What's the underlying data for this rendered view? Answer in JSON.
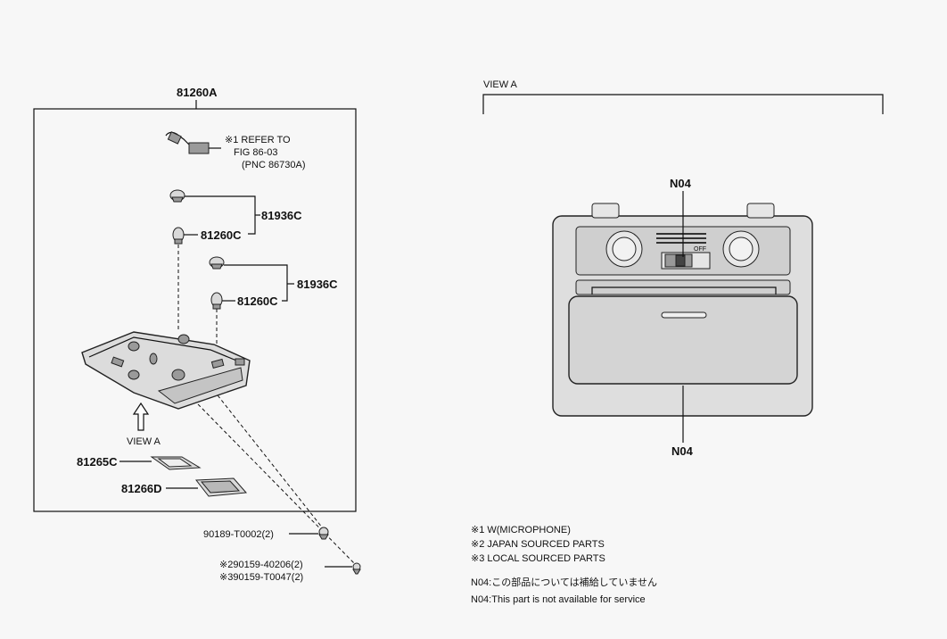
{
  "labels": {
    "assembly": "81260A",
    "refer_line1": "※1 REFER TO",
    "refer_line2": "FIG  86-03",
    "refer_line3": "(PNC  86730A)",
    "p81936c_a": "81936C",
    "p81260c_a": "81260C",
    "p81936c_b": "81936C",
    "p81260c_b": "81260C",
    "view_a_arrow": "VIEW A",
    "p81265c": "81265C",
    "p81266d": "81266D",
    "p90189": "90189-T0002(2)",
    "p90159_a": "※290159-40206(2)",
    "p90159_b": "※390159-T0047(2)",
    "view_a_title": "VIEW A",
    "n04_top": "N04",
    "n04_bottom": "N04",
    "off": "OFF"
  },
  "notes": {
    "n1": "※1 W(MICROPHONE)",
    "n2": "※2 JAPAN SOURCED PARTS",
    "n3": "※3 LOCAL SOURCED PARTS",
    "n4": "N04:この部品については補給していません",
    "n5": "N04:This part is not available for service"
  }
}
